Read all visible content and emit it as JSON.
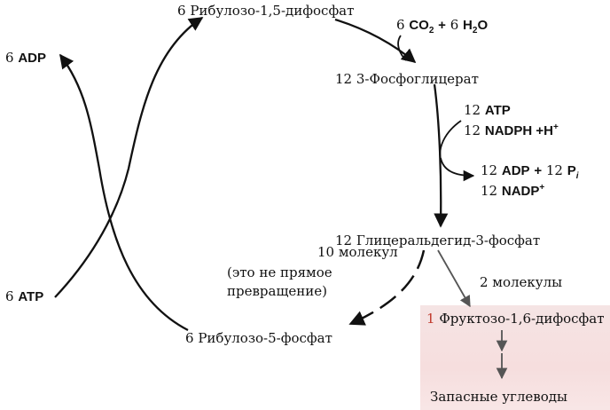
{
  "colors": {
    "ink": "#111111",
    "gray_arrow": "#555555",
    "box_bg": "#f6dede",
    "accent_number": "#c0392b"
  },
  "nodes": {
    "ribulose_bisphosphate": {
      "count": "6",
      "name": "Рибулозо-1,5-дифосфат"
    },
    "phosphoglycerate": {
      "count": "12",
      "name": "3-Фосфоглицерат"
    },
    "glyceraldehyde": {
      "count": "12",
      "name": "Глицеральдегид-3-фосфат"
    },
    "ribulose_phosphate": {
      "count": "6",
      "name": "Рибулозо-5-фосфат"
    },
    "fructose": {
      "count": "1",
      "name": "Фруктозо-1,6-дифосфат"
    },
    "storage": {
      "name": "Запасные углеводы"
    }
  },
  "inputs": {
    "co2": {
      "count": "6",
      "formula": "CO",
      "sub": "2"
    },
    "plus": "+",
    "h2o": {
      "count": "6",
      "formula_h": "H",
      "sub": "2",
      "formula_o": "O"
    },
    "atp": {
      "count": "12",
      "label": "ATP"
    },
    "nadph": {
      "count": "12",
      "label": "NADPH",
      "tail": "+H",
      "sup": "+"
    }
  },
  "outputs": {
    "adp": {
      "count": "12",
      "label": "ADP",
      "plus": "+",
      "pi_count": "12",
      "pi": "P",
      "pi_sub": "i"
    },
    "nadp": {
      "count": "12",
      "label": "NADP",
      "sup": "+"
    }
  },
  "left": {
    "adp": {
      "count": "6",
      "label": "ADP"
    },
    "atp": {
      "count": "6",
      "label": "ATP"
    }
  },
  "annotations": {
    "ten_molecules": "10 молекул",
    "not_direct_1": "(это не прямое",
    "not_direct_2": "превращение)",
    "two_molecules": "2 молекулы"
  }
}
